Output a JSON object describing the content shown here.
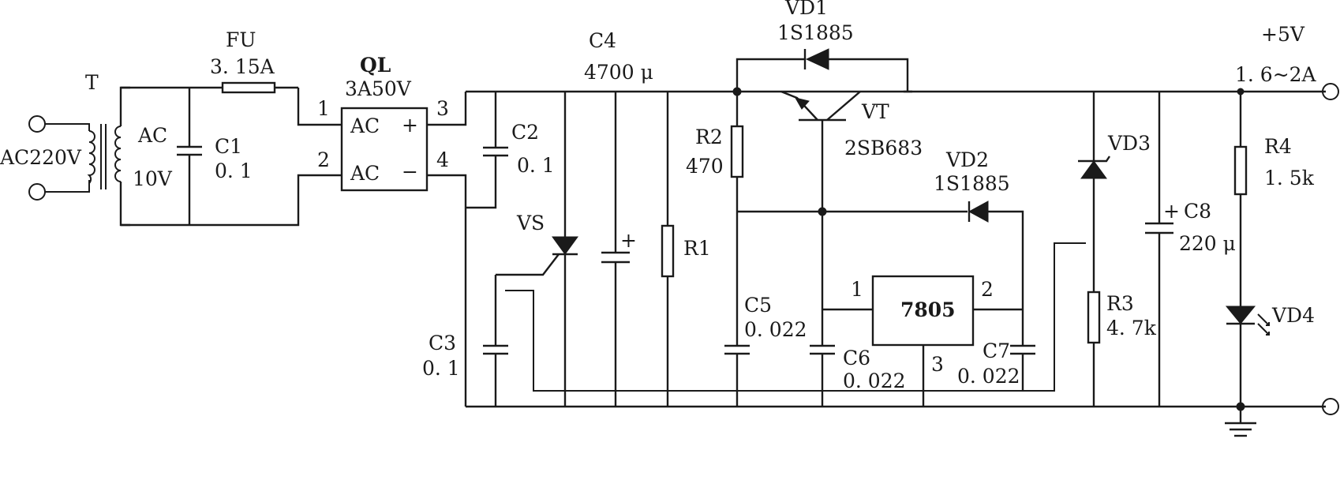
{
  "transformer": {
    "ref": "T",
    "input": "AC220V",
    "out_top": "AC",
    "out_bot": "10V"
  },
  "fuse": {
    "ref": "FU",
    "value": "3. 15A"
  },
  "c1": {
    "ref": "C1",
    "value": "0. 1"
  },
  "bridge": {
    "ref": "QL",
    "model": "3A50V",
    "ac1": "AC",
    "ac2": "AC",
    "plus": "+",
    "minus": "−",
    "p1": "1",
    "p2": "2",
    "p3": "3",
    "p4": "4"
  },
  "c2": {
    "ref": "C2",
    "value": "0. 1"
  },
  "c3": {
    "ref": "C3",
    "value": "0. 1"
  },
  "c4": {
    "ref": "C4",
    "value": "4700 μ"
  },
  "vs": {
    "ref": "VS"
  },
  "r1": {
    "ref": "R1"
  },
  "r2": {
    "ref": "R2",
    "value": "470"
  },
  "vd1": {
    "ref": "VD1",
    "model": "1S1885"
  },
  "vt": {
    "ref": "VT",
    "model": "2SB683"
  },
  "vd2": {
    "ref": "VD2",
    "model": "1S1885"
  },
  "c5": {
    "ref": "C5",
    "value": "0. 022"
  },
  "c6": {
    "ref": "C6",
    "value": "0. 022"
  },
  "c7": {
    "ref": "C7",
    "value": "0. 022"
  },
  "reg": {
    "model": "7805",
    "p1": "1",
    "p2": "2",
    "p3": "3"
  },
  "vd3": {
    "ref": "VD3"
  },
  "r3": {
    "ref": "R3",
    "value": "4. 7k"
  },
  "c8": {
    "ref": "C8",
    "value": "220 μ"
  },
  "r4": {
    "ref": "R4",
    "value": "1. 5k"
  },
  "vd4": {
    "ref": "VD4"
  },
  "output": {
    "voltage": "+5V",
    "current": "1. 6~2A"
  }
}
